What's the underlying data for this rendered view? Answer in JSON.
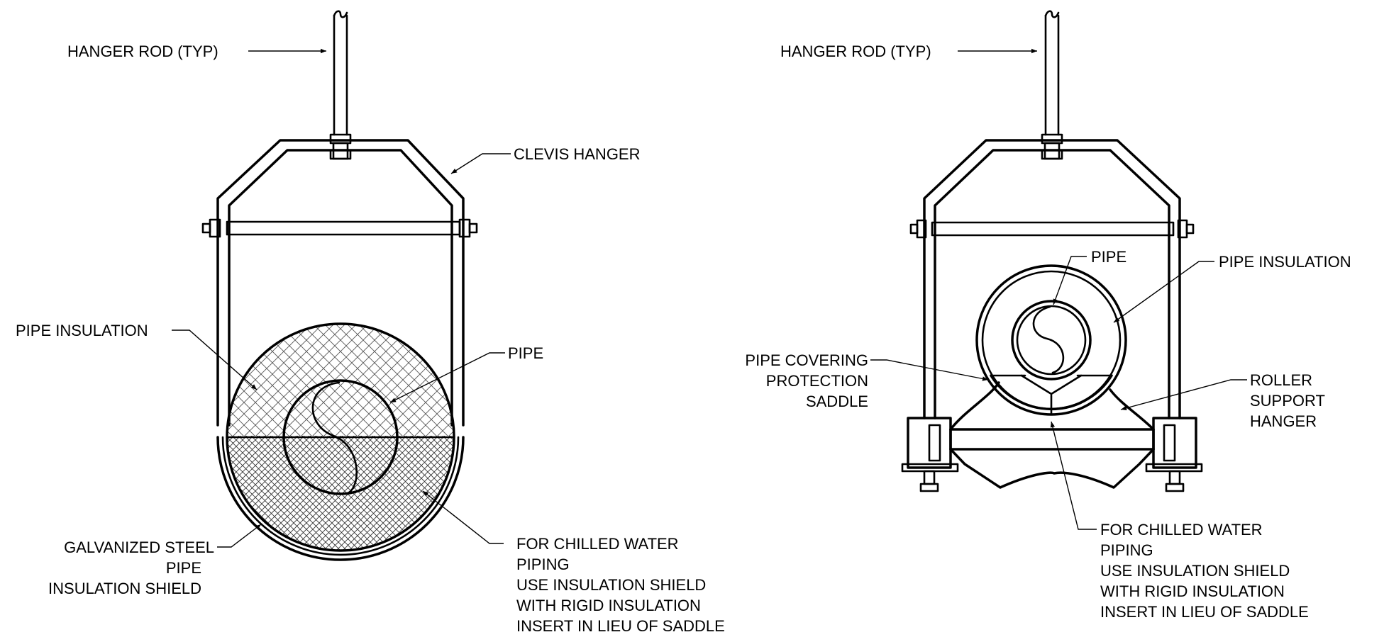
{
  "left_detail": {
    "hanger_rod": "HANGER ROD (TYP)",
    "clevis_hanger": "CLEVIS HANGER",
    "pipe_insulation": "PIPE INSULATION",
    "pipe": "PIPE",
    "shield": [
      "GALVANIZED STEEL",
      "PIPE",
      "INSULATION SHIELD"
    ],
    "chilled_note": [
      "FOR CHILLED WATER",
      "PIPING",
      "USE INSULATION SHIELD",
      "WITH RIGID INSULATION",
      "INSERT IN LIEU OF SADDLE"
    ]
  },
  "right_detail": {
    "hanger_rod": "HANGER ROD (TYP)",
    "pipe": "PIPE",
    "pipe_insulation": "PIPE INSULATION",
    "saddle": [
      "PIPE COVERING",
      "PROTECTION",
      "SADDLE"
    ],
    "roller": [
      "ROLLER",
      "SUPPORT",
      "HANGER"
    ],
    "chilled_note": [
      "FOR CHILLED WATER",
      "PIPING",
      "USE INSULATION SHIELD",
      "WITH RIGID INSULATION",
      "INSERT IN LIEU OF SADDLE"
    ]
  }
}
